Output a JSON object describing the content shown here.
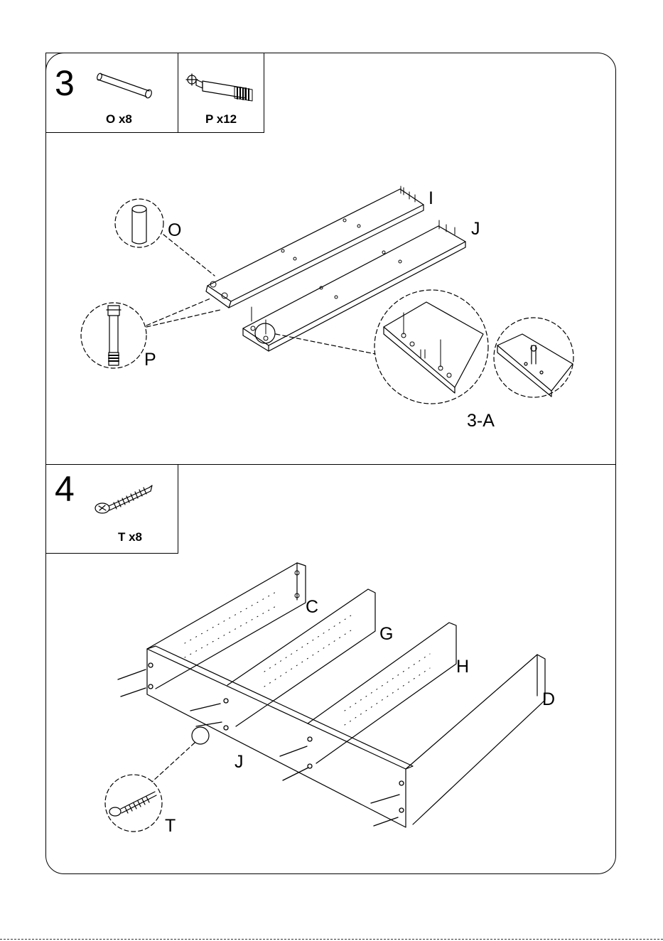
{
  "steps": [
    {
      "number": "3",
      "parts": [
        {
          "label": "O x8",
          "icon": "dowel-icon"
        },
        {
          "label": "P x12",
          "icon": "cam-bolt-icon"
        }
      ],
      "callouts": [
        "O",
        "P",
        "I",
        "J",
        "3-A"
      ]
    },
    {
      "number": "4",
      "parts": [
        {
          "label": "T x8",
          "icon": "screw-icon"
        }
      ],
      "callouts": [
        "C",
        "G",
        "H",
        "D",
        "J",
        "T"
      ]
    }
  ]
}
